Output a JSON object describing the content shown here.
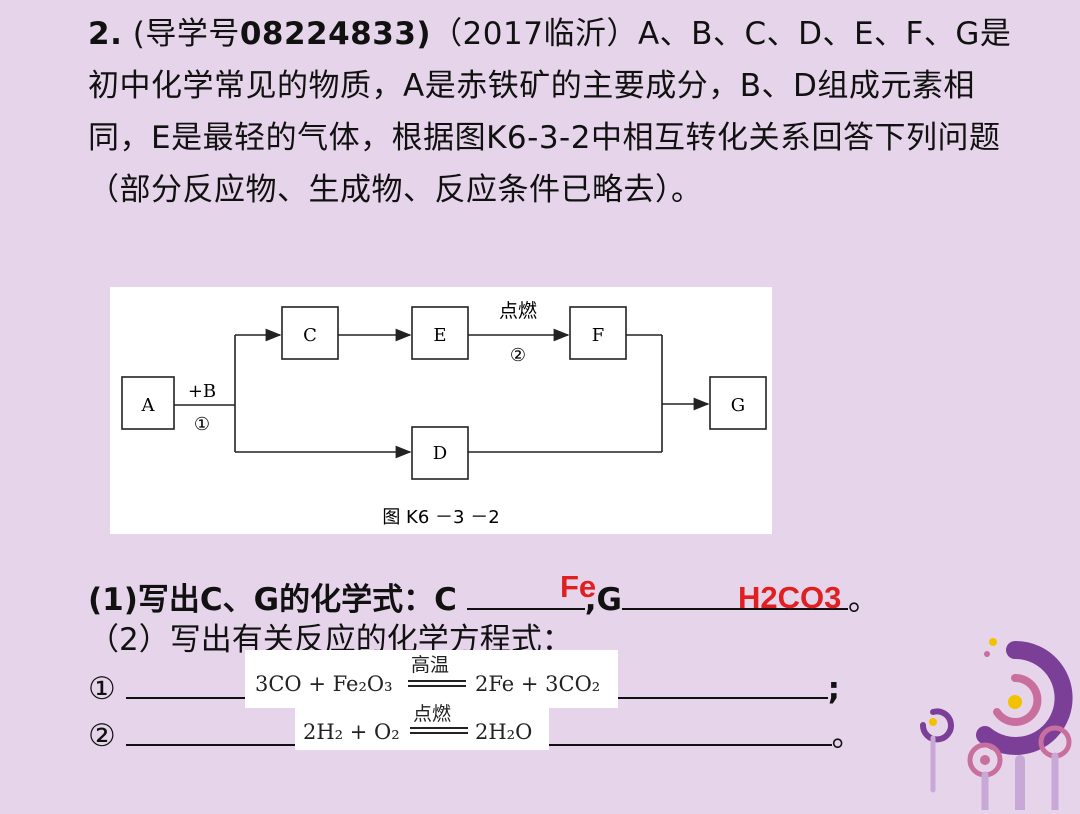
{
  "question": {
    "number": "2.",
    "ref_prefix": "(导学号",
    "ref_number": "08224833)",
    "source": "（2017临沂）",
    "text_1": "A、B、C、D、E、F、G是初中化学常见的物质，A是赤铁矿的主要成分，B、D组成元素相同，E是最轻的气体，根据图K6-3-2中相互转化关系回答下列问题（部分反应物、生成物、反应条件已略去）。"
  },
  "figure": {
    "boxes": {
      "A": "A",
      "C": "C",
      "E": "E",
      "F": "F",
      "D": "D",
      "G": "G"
    },
    "arrow_ab_top": "+B",
    "arrow_ab_bottom": "①",
    "arrow_ef_top": "点燃",
    "arrow_ef_bottom": "②",
    "caption": "图 K6 －3 －2"
  },
  "part1": {
    "prefix": "(1)写出C、G的化学式：C",
    "mid": ",G",
    "end": "。",
    "answer_c": "Fe",
    "answer_g": "H2CO3"
  },
  "part2": {
    "heading": "（2）写出有关反应的化学方程式：",
    "eq1_marker": "①",
    "eq1_end": ";",
    "eq1_left": "3CO + Fe₂O₃",
    "eq1_condition": "高温",
    "eq1_right": "2Fe + 3CO₂",
    "eq2_marker": "②",
    "eq2_end": "。",
    "eq2_left": "2H₂ + O₂",
    "eq2_condition": "点燃",
    "eq2_right": "2H₂O"
  },
  "colors": {
    "background": "#e6d5ea",
    "answer": "#e02020",
    "decor_purple": "#7b3f98",
    "decor_pink": "#c86fa0",
    "decor_yellow": "#f2c200"
  }
}
